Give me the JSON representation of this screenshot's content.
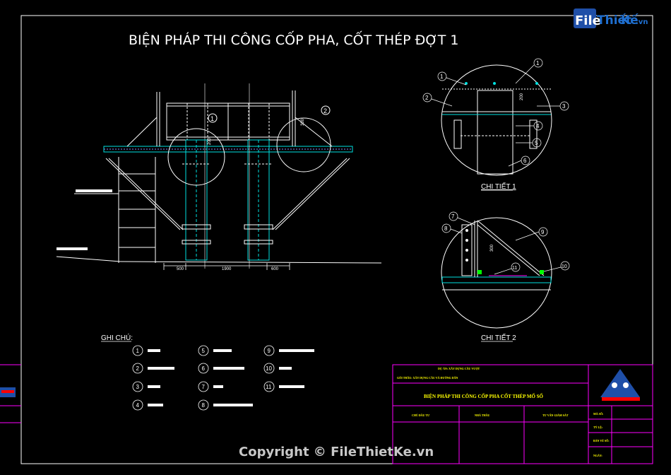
{
  "title": "BIỆN PHÁP THI CÔNG CỐP PHA, CỐT THÉP ĐỢT 1",
  "logo": {
    "file": "File",
    "thiet": "Thiết",
    "ke": "Kế",
    "vn": ".vn"
  },
  "copyright": "Copyright © FileThietKe.vn",
  "detail_1": {
    "label": "CHI TIẾT 1",
    "callouts": [
      "1",
      "1",
      "2",
      "3",
      "4",
      "5",
      "6"
    ],
    "dim": "200"
  },
  "detail_2": {
    "label": "CHI TIẾT 2",
    "callouts": [
      "7",
      "8",
      "9",
      "10",
      "11"
    ],
    "dim": "300"
  },
  "elevation": {
    "dims": [
      "500",
      "1900",
      "600"
    ],
    "detail_markers": [
      "1",
      "2"
    ],
    "side_dims": [
      "300",
      "200"
    ]
  },
  "notes": {
    "heading": "GHI CHÚ:",
    "numbers": [
      "1",
      "2",
      "3",
      "4",
      "5",
      "6",
      "7",
      "8",
      "9",
      "10",
      "11"
    ]
  },
  "title_block": {
    "header_line_1": "DỰ ÁN: XÂY DỰNG CẦU VƯỢT",
    "header_line_2": "GÓI THẦU: XÂY DỰNG CẦU VÀ ĐƯỜNG DẪN",
    "drawing_name": "BIỆN PHÁP THI CÔNG CỐP PHA CỐT THÉP MỐ SỐ",
    "col_1": "CHỦ ĐẦU TƯ",
    "col_2": "NHÀ THẦU",
    "col_3": "TƯ VẤN GIÁM SÁT",
    "r1_label": "MÃ SỐ:",
    "r1_value": "",
    "r2_label": "TỶ LỆ:",
    "r3_label": "BẢN VẼ SỐ:",
    "r3_value": "",
    "r4_label": "NGÀY:"
  },
  "colors": {
    "frame": "#ffffff",
    "structure": "#00e0e0",
    "accent": "#ff00ff",
    "section": "#00ff00",
    "title_text": "#ffff00",
    "logo_blue": "#1f4fa8"
  }
}
